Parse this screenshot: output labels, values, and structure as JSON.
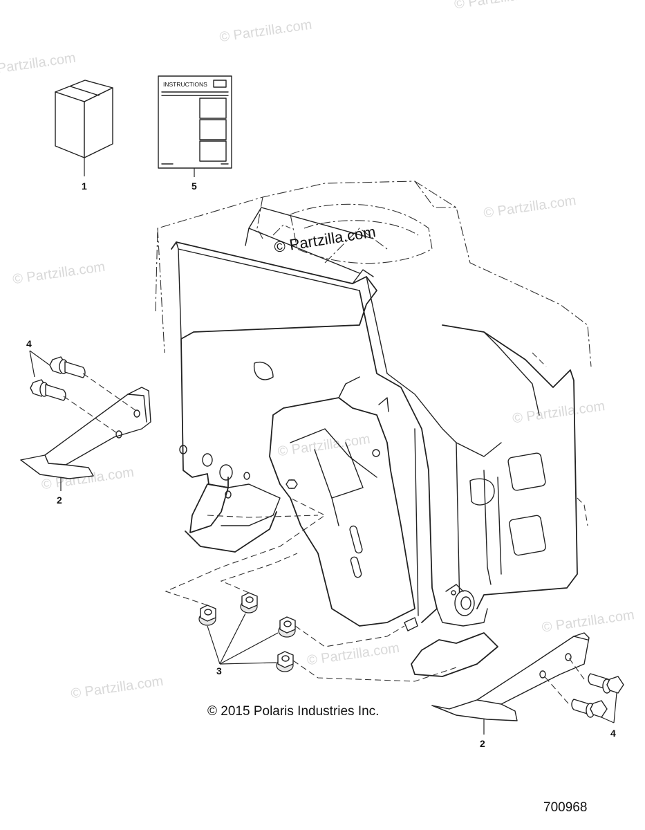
{
  "watermark_text": "© Partzilla.com",
  "center_watermark_text": "© Partzilla.com",
  "instructions_label": "INSTRUCTIONS",
  "copyright": "© 2015 Polaris Industries Inc.",
  "part_number": "700968",
  "callouts": {
    "kit_box": "1",
    "bracket_left": "2",
    "bracket_right": "2",
    "nuts": "3",
    "bolts_left": "4",
    "bolts_right": "4",
    "instructions": "5"
  },
  "colors": {
    "line": "#222222",
    "watermark": "#d9d9d9",
    "background": "#ffffff"
  }
}
